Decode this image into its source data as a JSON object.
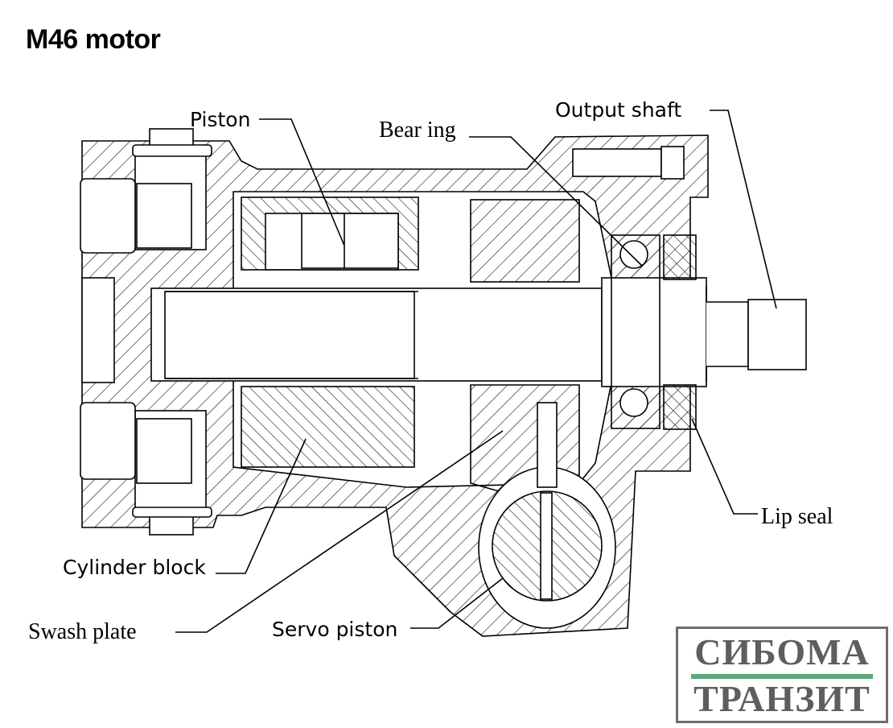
{
  "title": "M46 motor",
  "labels": {
    "piston": "Piston",
    "bearing": "Bear ing",
    "output_shaft": "Output shaft",
    "lip_seal": "Lip seal",
    "cylinder_block": "Cylinder block",
    "swash_plate": "Swash plate",
    "servo_piston": "Servo piston"
  },
  "logo": {
    "line1": "СИБОМА",
    "line2": "ТРАНЗИТ",
    "text_color": "#5d5e60",
    "accent_color": "#5aa777"
  }
}
